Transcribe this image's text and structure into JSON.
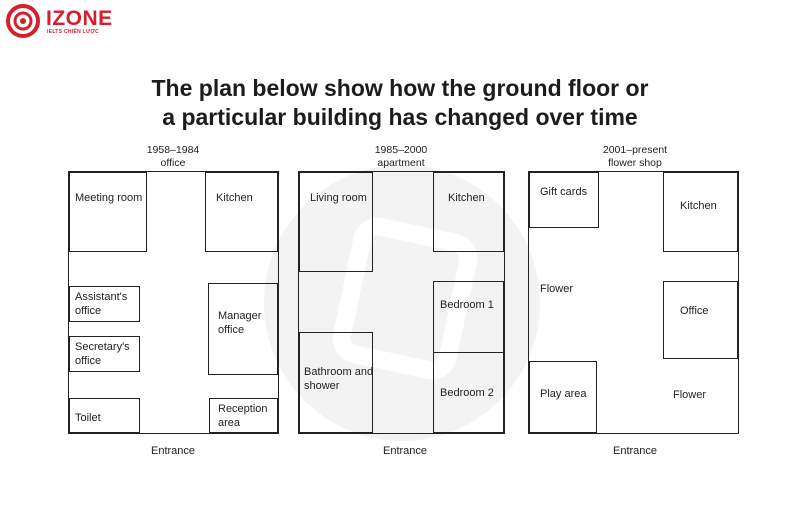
{
  "brand": {
    "name": "IZONE",
    "tagline": "IELTS CHIẾN LƯỢC",
    "color": "#d5202b",
    "icon": "target-icon"
  },
  "title": {
    "line1": "The plan below show how the ground floor or",
    "line2": "a particular building has changed over time"
  },
  "plans": [
    {
      "period": "1958–1984",
      "use": "office",
      "entrance": "Entrance",
      "rooms": [
        "Meeting room",
        "Kitchen",
        "Assistant's office",
        "Manager office",
        "Secretary's office",
        "Toilet",
        "Reception area"
      ]
    },
    {
      "period": "1985–2000",
      "use": "apartment",
      "entrance": "Entrance",
      "rooms": [
        "Living room",
        "Kitchen",
        "Bedroom 1",
        "Bathroom and shower",
        "Bedroom 2"
      ]
    },
    {
      "period": "2001–present",
      "use": "flower shop",
      "entrance": "Entrance",
      "rooms": [
        "Gift cards",
        "Kitchen",
        "Flower",
        "Office",
        "Play area",
        "Flower"
      ]
    }
  ]
}
